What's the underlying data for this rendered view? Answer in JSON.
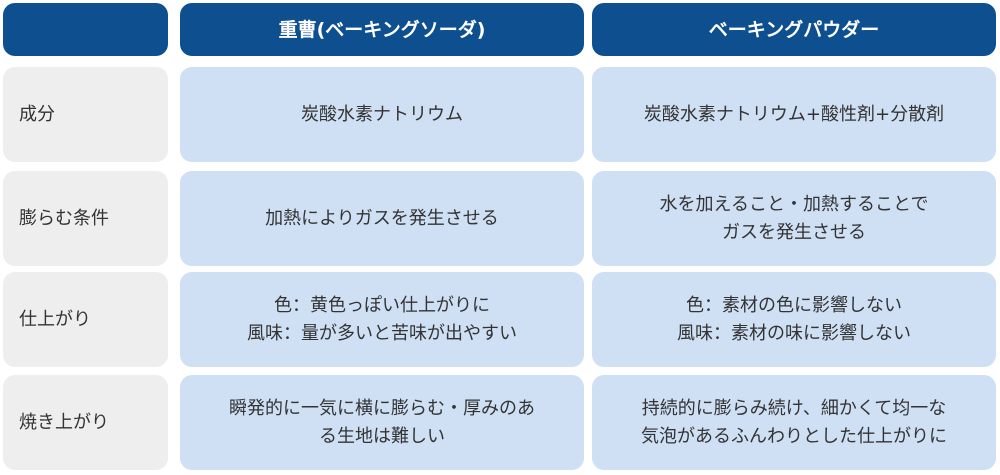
{
  "header": {
    "col1": "重曹(ベーキングソーダ)",
    "col2": "ベーキングパウダー"
  },
  "rows": [
    {
      "label": "成分",
      "col1": "炭酸水素ナトリウム",
      "col2": "炭酸水素ナトリウム+酸性剤+分散剤"
    },
    {
      "label": "膨らむ条件",
      "col1": "加熱によりガスを発生させる",
      "col2": "水を加えること・加熱することで\nガスを発生させる"
    },
    {
      "label": "仕上がり",
      "col1": "色：黄色っぽい仕上がりに\n風味：量が多いと苦味が出やすい",
      "col2": "色：素材の色に影響しない\n風味：素材の味に影響しない"
    },
    {
      "label": "焼き上がり",
      "col1": "瞬発的に一気に横に膨らむ・厚みのあ\nる生地は難しい",
      "col2": "持続的に膨らみ続け、細かくて均一な\n気泡があるふんわりとした仕上がりに"
    }
  ],
  "colors": {
    "header_bg": "#0d4f8f",
    "label_bg": "#eeeeee",
    "body_bg": "#cfe0f5",
    "text": "#333333"
  }
}
